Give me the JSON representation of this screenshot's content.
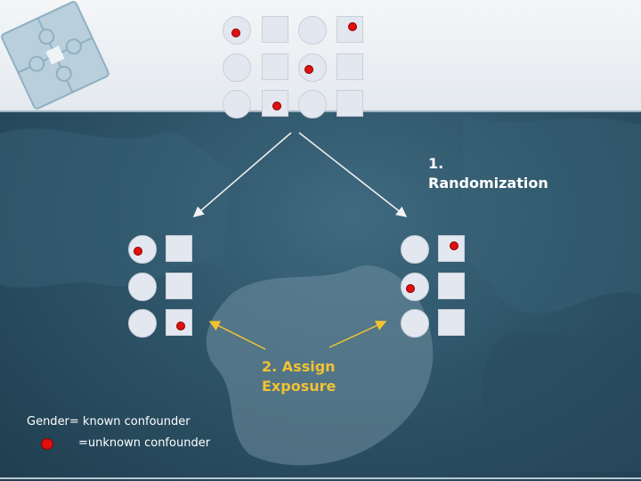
{
  "colors": {
    "background": "#2e5468",
    "header_band": "#eef1f4",
    "shape_fill": "#e3e7ef",
    "unknown_confounder_dot": "#e01010",
    "randomization_arrow": "#f2f2f2",
    "assign_arrow": "#f2c233",
    "randomization_label": "#ffffff",
    "assign_label": "#f2c233"
  },
  "icons": {
    "logo": "puzzle-pieces-icon",
    "circle": "circle-shape-icon",
    "square": "square-shape-icon",
    "dot": "red-dot-icon"
  },
  "groups": {
    "population": {
      "rows": [
        [
          {
            "shape": "circle",
            "confounder": true
          },
          {
            "shape": "square",
            "confounder": false
          },
          {
            "shape": "circle",
            "confounder": false
          },
          {
            "shape": "square",
            "confounder": true
          }
        ],
        [
          {
            "shape": "circle",
            "confounder": false
          },
          {
            "shape": "square",
            "confounder": false
          },
          {
            "shape": "circle",
            "confounder": true
          },
          {
            "shape": "square",
            "confounder": false
          }
        ],
        [
          {
            "shape": "circle",
            "confounder": false
          },
          {
            "shape": "square",
            "confounder": true
          },
          {
            "shape": "circle",
            "confounder": false
          },
          {
            "shape": "square",
            "confounder": false
          }
        ]
      ]
    },
    "left_group": {
      "rows": [
        [
          {
            "shape": "circle",
            "confounder": true
          },
          {
            "shape": "square",
            "confounder": false
          }
        ],
        [
          {
            "shape": "circle",
            "confounder": false
          },
          {
            "shape": "square",
            "confounder": false
          }
        ],
        [
          {
            "shape": "circle",
            "confounder": false
          },
          {
            "shape": "square",
            "confounder": true
          }
        ]
      ]
    },
    "right_group": {
      "rows": [
        [
          {
            "shape": "circle",
            "confounder": false
          },
          {
            "shape": "square",
            "confounder": true
          }
        ],
        [
          {
            "shape": "circle",
            "confounder": true
          },
          {
            "shape": "square",
            "confounder": false
          }
        ],
        [
          {
            "shape": "circle",
            "confounder": false
          },
          {
            "shape": "square",
            "confounder": false
          }
        ]
      ]
    }
  },
  "labels": {
    "randomization": "1.\nRandomization",
    "assign_exposure": "2. Assign\nExposure"
  },
  "legend": {
    "known_confounder": "Gender= known confounder",
    "unknown_confounder": "=unknown confounder"
  }
}
